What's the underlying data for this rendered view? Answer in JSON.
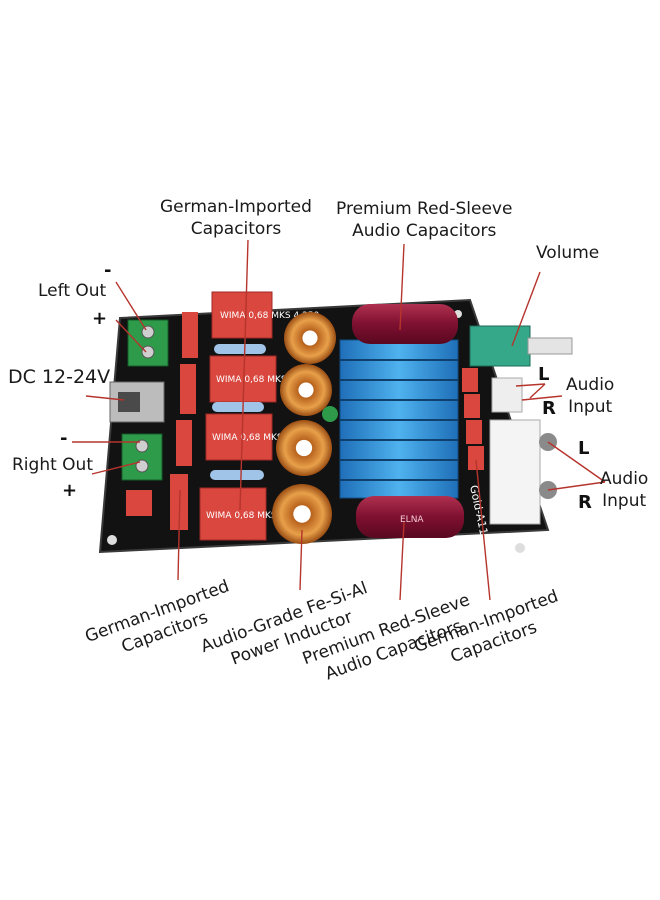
{
  "labels": {
    "german_top": [
      "German-Imported",
      "Capacitors"
    ],
    "red_top": [
      "Premium Red-Sleeve",
      "Audio Capacitors"
    ],
    "volume": "Volume",
    "left_out": "Left Out",
    "dc": "DC 12-24V",
    "right_out": "Right Out",
    "audio_input_1": [
      "Audio",
      "Input"
    ],
    "audio_input_2": [
      "Audio",
      "Input"
    ],
    "german_bottom_left": [
      "German-Imported",
      "Capacitors"
    ],
    "inductor": [
      "Audio-Grade Fe-Si-Al",
      "Power Inductor"
    ],
    "red_bottom": [
      "Premium Red-Sleeve",
      "Audio Capacitors"
    ],
    "german_bottom_right": [
      "German-Imported",
      "Capacitors"
    ]
  },
  "signs": {
    "left_minus": "-",
    "left_plus": "+",
    "right_minus": "-",
    "right_plus": "+",
    "in1_L": "L",
    "in1_R": "R",
    "in2_L": "L",
    "in2_R": "R"
  },
  "board_text": {
    "model": "Gold-A113",
    "cap1": "WIMA 0,68 MKS 4 250",
    "cap2": "WIMA 0,68 MKS 4 250",
    "cap3": "WIMA 0,68 MKS 4 250~",
    "cap4": "WIMA 0,68 MKS 4 250~",
    "elna": "ELNA"
  },
  "colors": {
    "pcb": "#111111",
    "capacitor_red": "#d9473f",
    "heatsink_blue": "#2f8fd6",
    "leader_line": "#b5342c",
    "terminal_green": "#2e9b4a"
  }
}
